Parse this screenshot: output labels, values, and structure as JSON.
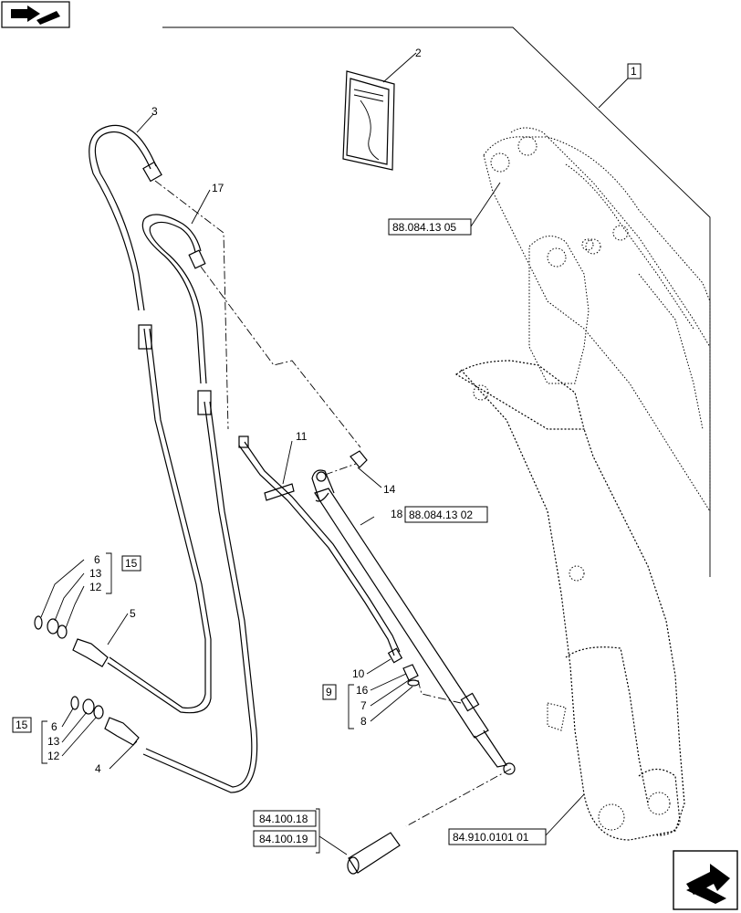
{
  "icons": {
    "top_left": "book-arrow-icon",
    "bottom_right": "next-page-arrow-icon"
  },
  "callouts": {
    "c1": "1",
    "c2": "2",
    "c3": "3",
    "c4": "4",
    "c5": "5",
    "c6a": "6",
    "c6b": "6",
    "c7": "7",
    "c8": "8",
    "c9": "9",
    "c10": "10",
    "c11": "11",
    "c12a": "12",
    "c12b": "12",
    "c13a": "13",
    "c13b": "13",
    "c14": "14",
    "c15a": "15",
    "c15b": "15",
    "c16": "16",
    "c17": "17",
    "c18": "18"
  },
  "references": {
    "r_boom_upper": "88.084.13 05",
    "r_cylinder": "88.084.13 02",
    "r_boom_lower": "84.910.0101 01",
    "r_pin_a": "84.100.18",
    "r_pin_b": "84.100.19"
  }
}
